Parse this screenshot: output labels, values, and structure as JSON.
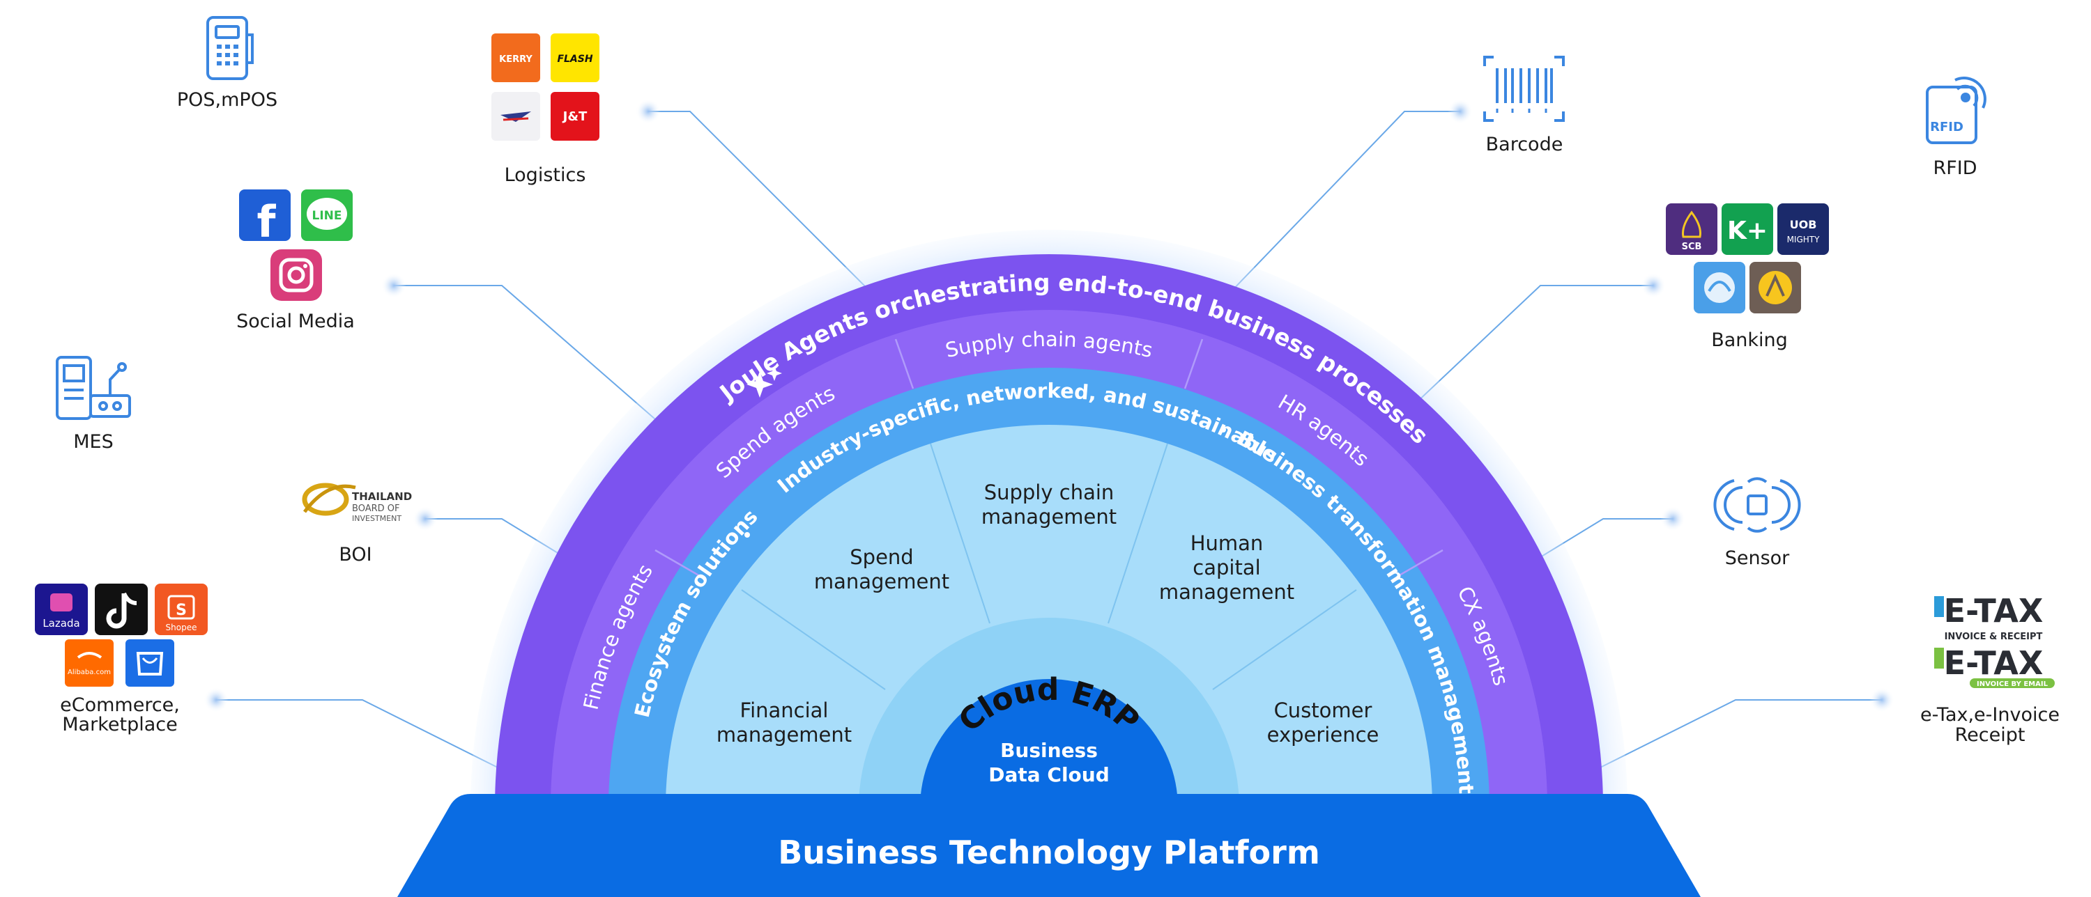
{
  "colors": {
    "outer_ring": "#7c53ef",
    "middle_ring": "#8f66f6",
    "inner_blue_ring": "#4ea6f2",
    "sections_fill": "#a8ddfa",
    "cloud_erp_fill": "#7fcdf5",
    "bdc_fill": "#0a6ce3",
    "platform_fill": "#0a6ce3",
    "connector": "#6aa8e8",
    "icon_blue": "#3b86e0"
  },
  "platform": {
    "label": "Business Technology Platform"
  },
  "center": {
    "cloud_erp": "Cloud ERP",
    "bdc_line1": "Business",
    "bdc_line2": "Data Cloud"
  },
  "rings": {
    "outer": "Joule Agents orchestrating end-to-end business processes",
    "agents": [
      "Finance agents",
      "Spend agents",
      "Supply chain agents",
      "HR agents",
      "CX agents"
    ],
    "inner": [
      "Ecosystem solutions",
      "Industry-specific, networked, and sustainable",
      "Business transformation management"
    ]
  },
  "sections": [
    {
      "lines": [
        "Financial",
        "management"
      ]
    },
    {
      "lines": [
        "Spend",
        "management"
      ]
    },
    {
      "lines": [
        "Supply chain",
        "management"
      ]
    },
    {
      "lines": [
        "Human",
        "capital",
        "management"
      ]
    },
    {
      "lines": [
        "Customer",
        "experience"
      ]
    }
  ],
  "integrations_left": [
    {
      "lines": [
        "POS,mPOS"
      ],
      "icon": "pos-terminal-icon"
    },
    {
      "lines": [
        "Logistics"
      ],
      "icon": "logistics-logos-icon",
      "logos": [
        "KERRY",
        "FLASH",
        "",
        "J&T"
      ]
    },
    {
      "lines": [
        "Social Media"
      ],
      "icon": "social-logos-icon",
      "logos": [
        "f",
        "LINE"
      ]
    },
    {
      "lines": [
        "MES"
      ],
      "icon": "mes-machine-icon"
    },
    {
      "lines": [
        "BOI"
      ],
      "icon": "boi-logo-icon",
      "logo_text": [
        "THAILAND",
        "BOARD OF",
        "INVESTMENT"
      ]
    },
    {
      "lines": [
        "eCommerce,",
        "Marketplace"
      ],
      "icon": "ecommerce-logos-icon",
      "logos": [
        "Lazada",
        "Shopee",
        "Alibaba.com"
      ]
    }
  ],
  "integrations_right": [
    {
      "lines": [
        "Barcode"
      ],
      "icon": "barcode-icon"
    },
    {
      "lines": [
        "RFID"
      ],
      "icon": "rfid-icon",
      "logo_text": "RFID"
    },
    {
      "lines": [
        "Banking"
      ],
      "icon": "bank-logos-icon",
      "logos": [
        "SCB",
        "K+",
        "UOB",
        "MIGHTY"
      ]
    },
    {
      "lines": [
        "Sensor"
      ],
      "icon": "sensor-icon"
    },
    {
      "lines": [
        "e-Tax,e-Invoice",
        "Receipt"
      ],
      "icon": "etax-logo-icon",
      "logo_text": [
        "E-TAX",
        "INVOICE & RECEIPT",
        "E-TAX",
        "INVOICE BY EMAIL"
      ]
    }
  ]
}
